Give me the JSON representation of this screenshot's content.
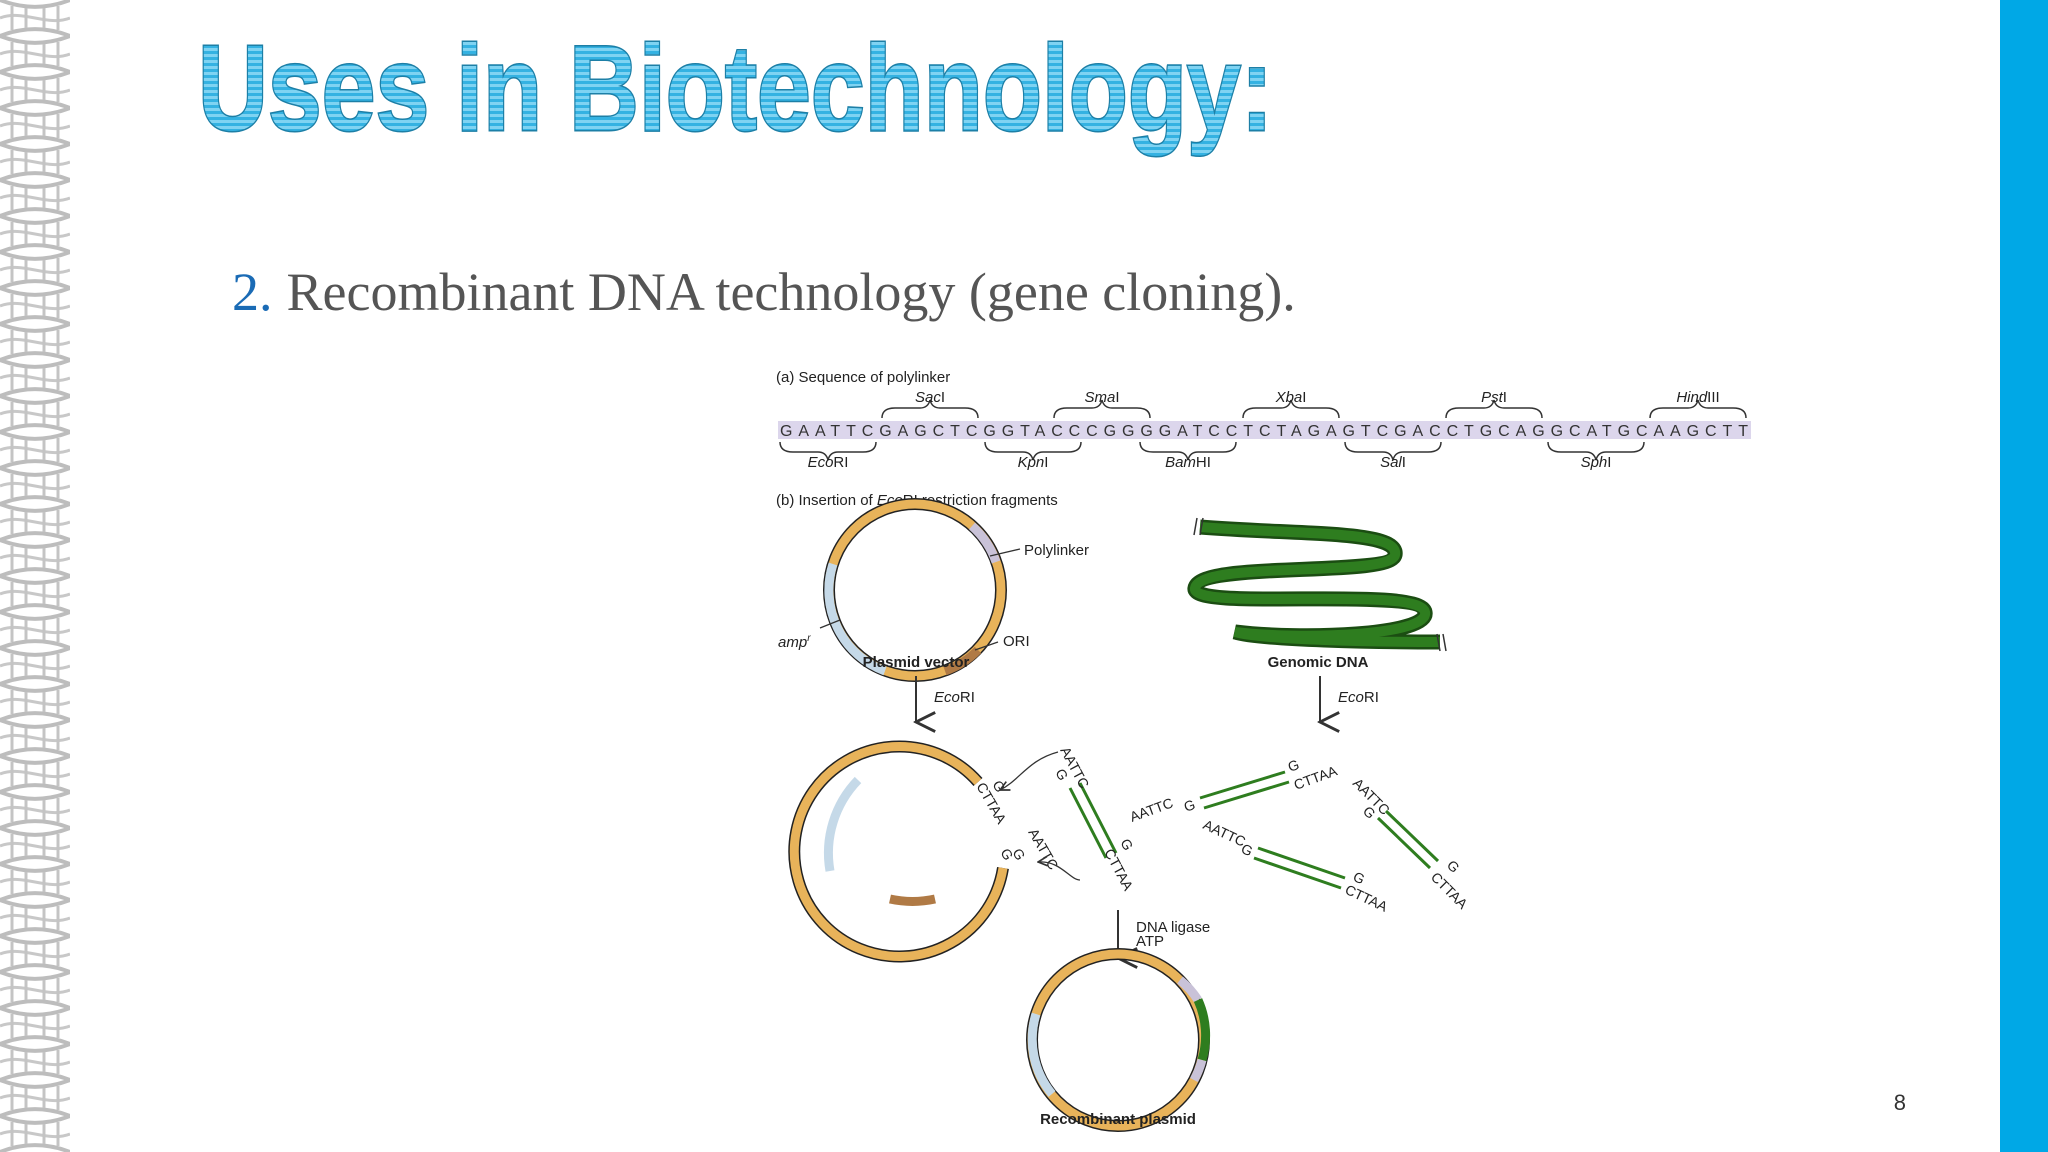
{
  "slide": {
    "title": "Uses in Biotechnology:",
    "bullet_number": "2.",
    "bullet_text": "Recombinant DNA technology (gene cloning).",
    "page_number": "8",
    "accent_color": "#00a8e6",
    "title_color": "#3ab6e4",
    "bullet_number_color": "#1a6bb5",
    "text_color": "#555555"
  },
  "figure": {
    "part_a_label": "(a) Sequence of polylinker",
    "sequence": "GAATTCGAGCTCGGTACCCGGGGATCCTCTAGAGTCGACCTGCAGGCATGCAAGCTT",
    "sites_above": [
      {
        "name": "SacI",
        "italic": "Sac",
        "suffix": "I"
      },
      {
        "name": "SmaI",
        "italic": "Sma",
        "suffix": "I"
      },
      {
        "name": "XbaI",
        "italic": "Xba",
        "suffix": "I"
      },
      {
        "name": "PstI",
        "italic": "Pst",
        "suffix": "I"
      },
      {
        "name": "HindIII",
        "italic": "Hind",
        "suffix": "III"
      }
    ],
    "sites_below": [
      {
        "name": "EcoRI",
        "italic": "Eco",
        "suffix": "RI"
      },
      {
        "name": "KpnI",
        "italic": "Kpn",
        "suffix": "I"
      },
      {
        "name": "BamHI",
        "italic": "Bam",
        "suffix": "HI"
      },
      {
        "name": "SalI",
        "italic": "Sal",
        "suffix": "I"
      },
      {
        "name": "SphI",
        "italic": "Sph",
        "suffix": "I"
      }
    ],
    "part_b_prefix": "(b) Insertion of ",
    "part_b_italic": "Eco",
    "part_b_suffix": "RI restriction fragments",
    "polylinker_label": "Polylinker",
    "amp_label": "amp",
    "amp_sup": "r",
    "ori_label": "ORI",
    "plasmid_vector_label": "Plasmid vector",
    "genomic_dna_label": "Genomic DNA",
    "enzyme_italic": "Eco",
    "enzyme_suffix": "RI",
    "sticky_aattc": "AATTC",
    "sticky_g": "G",
    "sticky_cttaa": "CTTAA",
    "ligase_label": "DNA ligase",
    "atp_label": "ATP",
    "recombinant_label": "Recombinant plasmid",
    "colors": {
      "plasmid_orange": "#e8b35a",
      "plasmid_blue": "#c5d9e8",
      "plasmid_brown": "#b07a45",
      "plasmid_lilac": "#c9c2d8",
      "genomic_green": "#2e7d1f",
      "sequence_highlight": "#dcd6ec"
    }
  }
}
